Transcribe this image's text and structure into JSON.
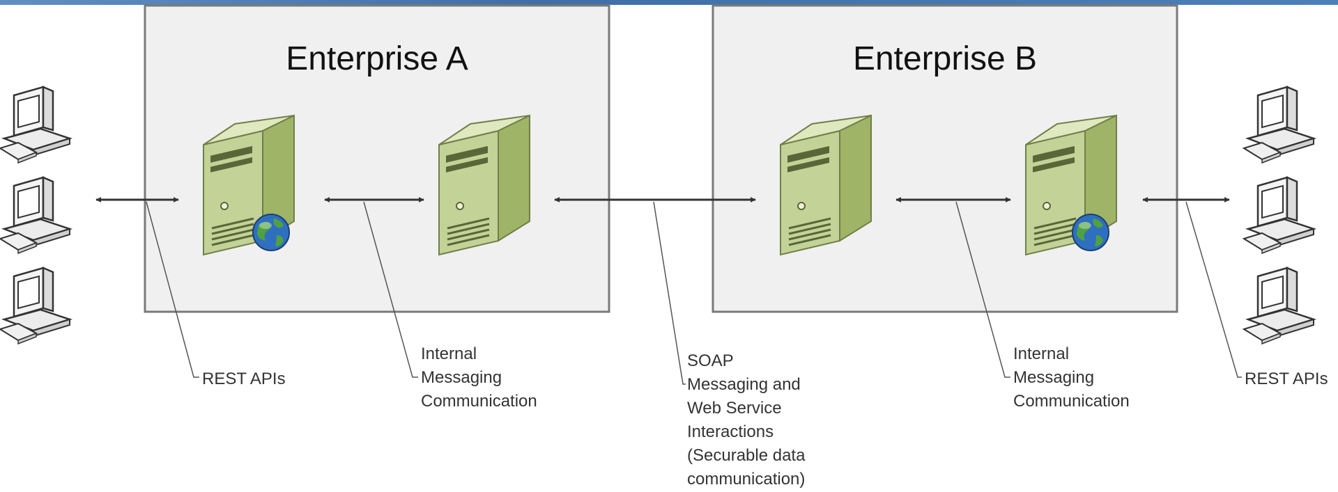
{
  "enterprises": {
    "a": {
      "title": "Enterprise A"
    },
    "b": {
      "title": "Enterprise B"
    }
  },
  "callouts": {
    "rest_left": [
      "REST APIs"
    ],
    "internal_a": [
      "Internal",
      "Messaging",
      "Communication"
    ],
    "soap": [
      "SOAP",
      "Messaging and",
      "Web Service",
      "Interactions",
      "(Securable data",
      "communication)"
    ],
    "internal_b": [
      "Internal",
      "Messaging",
      "Communication"
    ],
    "rest_right": [
      "REST APIs"
    ]
  },
  "icons": {
    "client": "desktop-computer-icon",
    "server": "tower-server-icon",
    "web_server": "web-server-icon",
    "globe": "globe-icon"
  },
  "colors": {
    "server_front": "#c3d398",
    "server_side": "#9fb466",
    "server_top": "#dfe8bf",
    "box_fill": "#f0f0f0",
    "box_stroke": "#7a7a7a",
    "arrow": "#333333",
    "globe": "#2f6fc0"
  }
}
